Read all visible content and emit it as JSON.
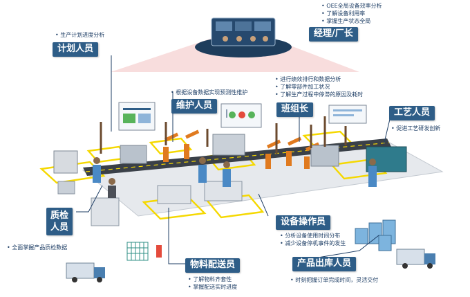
{
  "roles": {
    "manager": {
      "label": "经理/厂长",
      "notes": [
        "OEE全局设备效率分析",
        "了解设备利用率",
        "掌握生产状态全局"
      ]
    },
    "planner": {
      "label": "计划人员",
      "notes": [
        "生产计划进度分析"
      ]
    },
    "maintenance": {
      "label": "维护人员",
      "notes": [
        "根据设备数据实现预测性维护"
      ]
    },
    "team_leader": {
      "label": "班组长",
      "notes": [
        "进行绩效排行和数据分析",
        "了解零部件加工状况",
        "了解生产过程中停滞的原因及耗时"
      ]
    },
    "process": {
      "label": "工艺人员",
      "notes": [
        "促进工艺研发创新"
      ]
    },
    "qc": {
      "label": "质检人员",
      "label_lines": [
        "质检",
        "人员"
      ],
      "notes": [
        "全面掌握产品质检数据"
      ]
    },
    "operator": {
      "label": "设备操作员",
      "notes": [
        "分析设备使用时间分布",
        "减少设备停机事件的发生"
      ]
    },
    "logistics": {
      "label": "物料配送员",
      "notes": [
        "了解物料齐套性",
        "掌握配送实时进度"
      ]
    },
    "warehouse": {
      "label": "产品出库人员",
      "notes": [
        "时刻把握订单完成时间，灵活交付"
      ]
    }
  },
  "colors": {
    "label_bg": "#2e5d87",
    "line": "#1f3f66",
    "accent": "#f5d800",
    "floor": "#e6e9ed",
    "belt": "#3a4048",
    "cone": "#f6d2d2"
  }
}
